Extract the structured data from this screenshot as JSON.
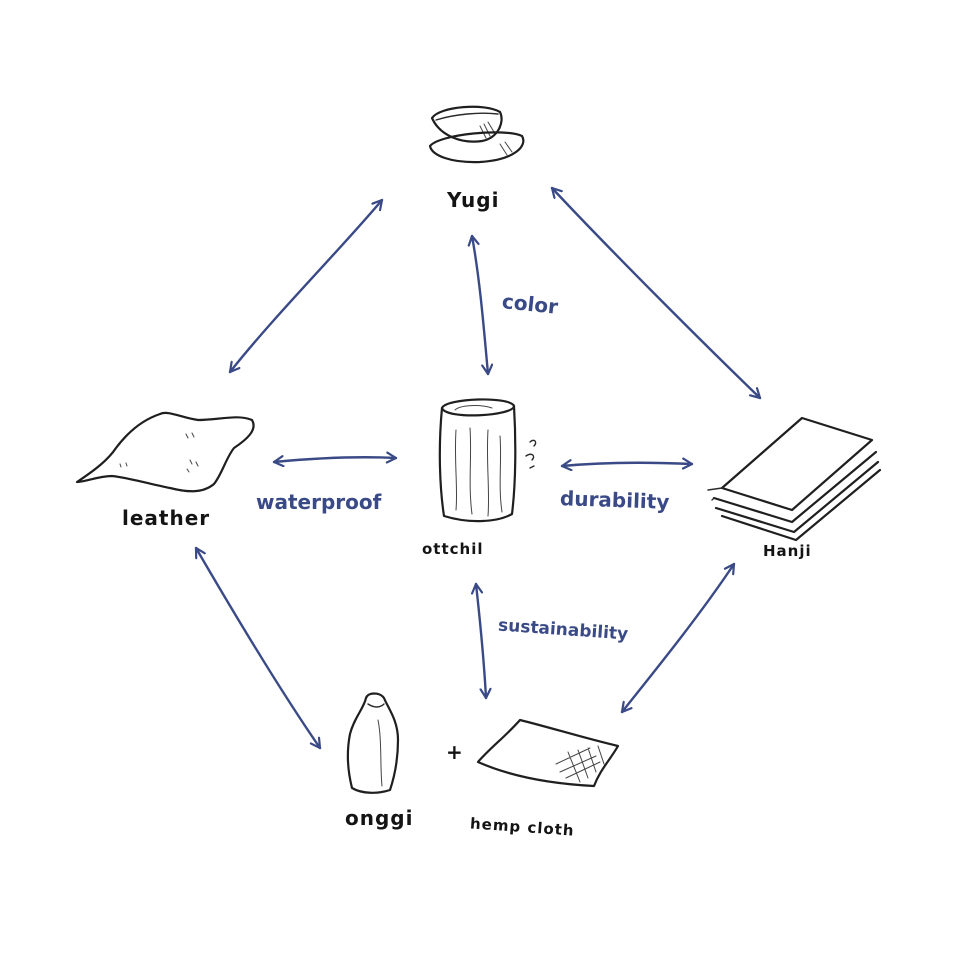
{
  "nodes": {
    "yugi": {
      "label": "Yugi",
      "icon": "bowls-icon"
    },
    "leather": {
      "label": "leather",
      "icon": "leather-hide-icon"
    },
    "otchil": {
      "label": "ottchil",
      "icon": "lacquered-log-icon"
    },
    "hanji": {
      "label": "Hanji",
      "icon": "paper-stack-icon"
    },
    "onggi": {
      "label": "onggi",
      "icon": "jar-icon"
    },
    "hemp": {
      "label": "hemp cloth",
      "icon": "cloth-icon"
    }
  },
  "plus_sign": "+",
  "edges": {
    "color": "color",
    "waterproof": "waterproof",
    "durability": "durability",
    "sustainability": "sustainability"
  },
  "colors": {
    "arrow": "#3a4a86",
    "ink": "#1f1f1f"
  }
}
